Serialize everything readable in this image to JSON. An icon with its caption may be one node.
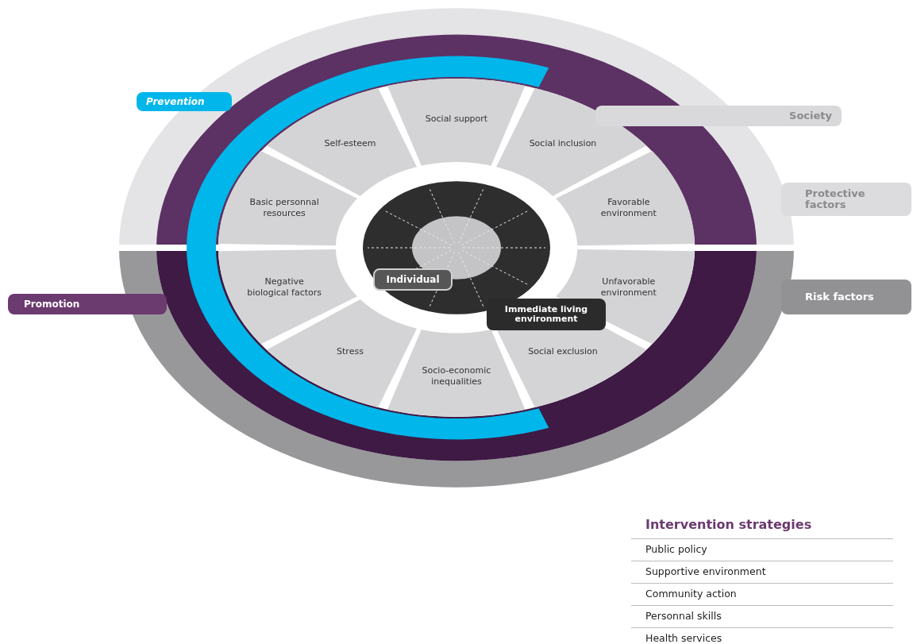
{
  "diagram": {
    "nodes": [
      {
        "text": [
          "Prevention"
        ]
      },
      {
        "text": [
          "Society"
        ]
      },
      {
        "text": [
          "Social support"
        ]
      },
      {
        "text": [
          "Self-esteem"
        ]
      },
      {
        "text": [
          "Social inclusion"
        ]
      },
      {
        "text": [
          "Basic personnal resources"
        ]
      },
      {
        "text": [
          "Favorable environment"
        ]
      },
      {
        "text": [
          "Protective factors"
        ]
      },
      {
        "text": [
          "Negative biological factors"
        ]
      },
      {
        "text": [
          "Individual"
        ]
      },
      {
        "text": [
          "Immediate living environment"
        ]
      },
      {
        "text": [
          "Unfavorable environment"
        ]
      },
      {
        "text": [
          "Promotion"
        ]
      },
      {
        "text": [
          "Risk factors"
        ]
      },
      {
        "text": [
          "Stress"
        ]
      },
      {
        "text": [
          "Social exclusion"
        ]
      },
      {
        "text": [
          "Socio-economic inequalities"
        ]
      }
    ],
    "labels": [
      "Intervention strategies",
      "Public policy",
      "Supportive environment",
      "Community action",
      "Personnal skills",
      "Health services"
    ]
  }
}
